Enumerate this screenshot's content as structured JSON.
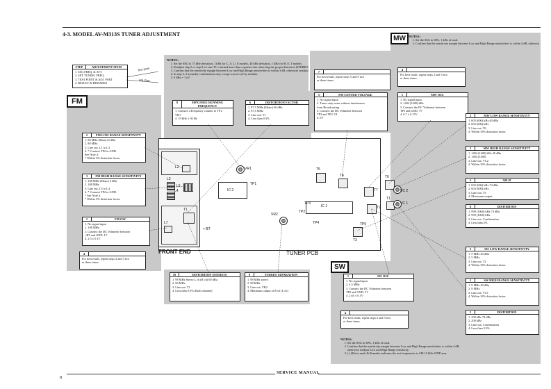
{
  "page": {
    "title": "4-3. MODEL AV-M313S TUNER ADJUSTMENT",
    "page_number": "8",
    "footer": "SERVICE MANUAL"
  },
  "legend": {
    "step_head": "STEP",
    "item_head": "ADJUSTMENT ITEM",
    "rows": [
      "1. SSG FREQ. & ATT.",
      "2. SET TUNING FREQ.",
      "3. TEST POINT & ADJ. PART",
      "4. RESULT & REMARKS"
    ],
    "arrow1": "Test point",
    "arrow2": "Adj. Part"
  },
  "fm_notes": {
    "title": "NOTES:",
    "items": [
      "Set the SSG to 75 kHz deviation, 1 kHz for C, A, U, E models, 40 kHz deviation, 1 kHz for B, E, T models.",
      "Readjust step 3 or step 8, in case T1 is turned more than a quarter turn observing the proper distortion (STEREO).",
      "Confirm that the sensitivity margin between Low and High Range sensitivities is within 3 dB, otherwise readjust Low and High Range sensitivity.",
      "In step 2, 3 normally confirmation only, except waved coil by mistake.",
      "0 dBu = 1 uV"
    ]
  },
  "mw_notes": {
    "title": "NOTES:",
    "items": [
      "Set the SSG to 30%, 1 kHz of mod.",
      "Confirm that the sensitivity margin between Low and High Range sensitivities is within 4 dB, otherwise readjust Low and High Range sensitivity."
    ]
  },
  "sw_notes": {
    "title": "NOTES:",
    "items": [
      "Set the SSG to 30%, 1 kHz of mod.",
      "Confirm that the sensitivity margin between Low and High Range sensitivities is within 4 dB, otherwise readjust Low and High Range sensitivity.",
      "( ) kHz in mark & Remarks indicates the test frequencies is AM 10 kHz STEP area."
    ]
  },
  "tabs": {
    "fm": "FM",
    "mw": "MW",
    "sw": "SW"
  },
  "board": {
    "front_end": "FRONT END",
    "tuner_pcb": "TUNER PCB",
    "plus_bt": "+ BT"
  },
  "labels": {
    "l2": "L2",
    "l3": "L3",
    "l4": "L4",
    "l5": "L5",
    "l7": "L7",
    "t1_fm": "T1",
    "vr1": "VR1",
    "vr2": "VR2",
    "ic1": "IC 1",
    "ic2": "IC 2",
    "t1": "T1",
    "t2": "T2",
    "t3": "T3",
    "t4": "T4",
    "t5": "T5",
    "t6": "T6",
    "t7": "T7",
    "tp1": "TP1",
    "tp2": "TP2",
    "tp3": "TP3",
    "tp4": "TP4",
    "tp5": "TP5",
    "vc1": "VC 1",
    "vc2": "VC 2"
  },
  "boxes": {
    "b7": {
      "n": "7",
      "t": "",
      "lines": [
        "For best result, repeat steps 5 and 6 two",
        "or three times."
      ]
    },
    "b4mw": {
      "n": "4",
      "t": "",
      "lines": [
        "For best result, repeat steps 2 and 3 two",
        "or three times."
      ]
    },
    "b8": {
      "n": "8",
      "t": "MPX FREE RUNNING FREQUENCY",
      "lines": [
        "1. Connect a Frequency counter to TP1.",
        "   VR1",
        "4. 19 kHz ± 50 Hz"
      ]
    },
    "b6fm": {
      "n": "6",
      "t": "DISTORTION FACTOR",
      "lines": [
        "1. 87.5 MHz (Mono) 60 dBu",
        "2. 87.5 MHz",
        "3. Line out.  T1",
        "4. Less than 0.3%"
      ]
    },
    "b5fm": {
      "n": "5",
      "t": "FM CENTER VOLTAGE",
      "lines": [
        "1. No signal input",
        "2. Tunes only noise without interference",
        "   from Broadcasting",
        "3. Connect the DC Voltmeter between",
        "   TP3 and TP4.  T4",
        "4. 0V"
      ]
    },
    "b1mw": {
      "n": "1",
      "t": "MW OSC",
      "lines": [
        "1. No signal input",
        "2. 1404 (1400) kHz",
        "3. Connect the DC Voltmeter between",
        "   TP5 and GND.  T7",
        "4. 6.7 ± 0.15V"
      ]
    },
    "b2fm": {
      "n": "2",
      "t": "FM LOW RANGE SENSITIVITY",
      "lines": [
        "1. 88 MHz (Mono) 6 dBu",
        "2. 88 MHz",
        "3. Line out.  L1 to L3",
        "4. * Connect TP2 to GND.",
        "   See Note 4.",
        "   * Within 3% distortion factor."
      ]
    },
    "b3fm": {
      "n": "3",
      "t": "FM HIGH RANGE SENSITIVITY",
      "lines": [
        "1. 108 MHz (Mono) 6 dBu",
        "2. 108 MHz",
        "3. Line out.  L5 to L4",
        "4. * Connect TP2 to GND.",
        "   * See Note 4.",
        "   * Within 3% distortion factor."
      ]
    },
    "b1fm": {
      "n": "1",
      "t": "FM OSC",
      "lines": [
        "1. No signal input",
        "2. 108 MHz",
        "3. Connect the DC Voltmeter between",
        "   +BT and GND.  L7",
        "4. 2.5 ± 0.1V"
      ]
    },
    "b4fm": {
      "n": "4",
      "t": "",
      "lines": [
        "For best result, repeat steps 2 and 3 two",
        "or three times."
      ]
    },
    "b2mw": {
      "n": "2",
      "t": "MW LOW RANGE SENSITIVITY",
      "lines": [
        "1. 603 (600) kHz 40 dBu",
        "2. 603 (600) kHz",
        "3. Line out.  T6",
        "4. Within 10% distortion factor."
      ]
    },
    "b3mw": {
      "n": "3",
      "t": "MW HIGH RANGE SENSITIVITY",
      "lines": [
        "1. 1404 (1400) kHz 40 dBu",
        "2. 1404 (1400)",
        "3. Line out.  VC2",
        "4. Within 10% distortion factor."
      ]
    },
    "b5mw": {
      "n": "5",
      "t": "AM IF",
      "lines": [
        "1. 603 (600) kHz 74 dBu",
        "2. 603 (600) kHz",
        "3. Line out.  T3",
        "4. Maximum output."
      ]
    },
    "b6mw": {
      "n": "6",
      "t": "DISTORTION",
      "lines": [
        "1. 999 (1000) kHz 74 dBu",
        "2. 999 (1000) kHz",
        "3. Line out.  Confirmation",
        "4. Less than 2%"
      ]
    },
    "b10": {
      "n": "10",
      "t": "DISTORTION (STEREO)",
      "lines": [
        "1. 98 MHz Stereo L ch (R ch) 60 dBu",
        "2. 98 MHz",
        "3. Line out.  T1",
        "4. Less than 0.5% (Both channel)"
      ]
    },
    "b9": {
      "n": "9",
      "t": "STEREO SEPARATION",
      "lines": [
        "1. 98 MHz stereo",
        "2. 98 MHz",
        "3. Line out.  VR2",
        "4. Minimum output of R ch (L ch)"
      ]
    },
    "b1sw": {
      "n": "1",
      "t": "SW OSC",
      "lines": [
        "1. No signal input",
        "2. 4.5 MHz",
        "3. Connect the DC Voltmeter between",
        "   TP5 and GND.  T1",
        "4. 2.65 ± 0.1V"
      ]
    },
    "b4sw": {
      "n": "4",
      "t": "",
      "lines": [
        "For best result, repeat steps 2 and 3 two",
        "or three times."
      ]
    },
    "b2sw": {
      "n": "2",
      "t": "SW LOW RANGE SENSITIVITY",
      "lines": [
        "1. 5 MHz 40 dBu",
        "2. 5 MHz",
        "3. Line out.  T2",
        "4. Within 10% distortion factor."
      ]
    },
    "b3sw": {
      "n": "3",
      "t": "SW HIGH RANGE SENSITIVITY",
      "lines": [
        "1. 9 MHz 40 dBu",
        "2. 9 MHz",
        "3. Line out.  VC1",
        "4. Within 10% distortion factor."
      ]
    },
    "b5sw": {
      "n": "5",
      "t": "DISTORTION",
      "lines": [
        "1. 200 kHz 74 dBu",
        "2. 200 kHz",
        "3. Line out.  Confirmation",
        "4. Less than 3.5%"
      ]
    }
  }
}
